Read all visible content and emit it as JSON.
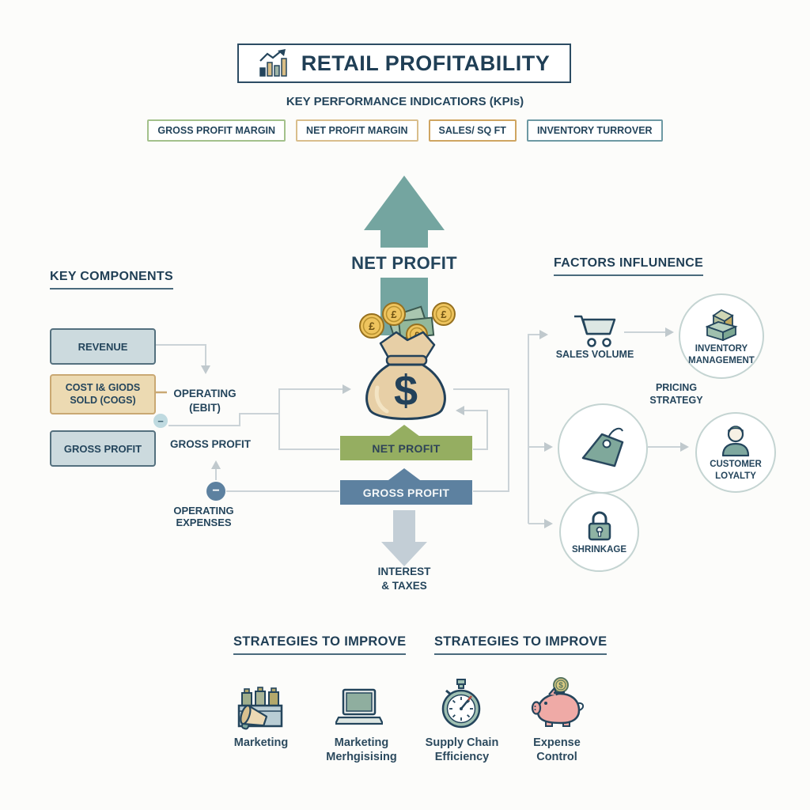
{
  "header": {
    "title": "RETAIL PROFITABILITY"
  },
  "kpis": {
    "heading": "KEY PERFORMANCE INDICATIORS (KPIs)",
    "items": [
      {
        "label": "GROSS PROFIT MARGIN",
        "border_color": "#a3c18b"
      },
      {
        "label": "NET PROFIT MARGIN",
        "border_color": "#d9be8c"
      },
      {
        "label": "SALES/ SQ FT",
        "border_color": "#cfa561"
      },
      {
        "label": "INVENTORY TURROVER",
        "border_color": "#6d99a3"
      }
    ]
  },
  "key_components": {
    "heading": "KEY COMPONENTS",
    "revenue_box": "REVENUE",
    "cogs_box": "COST I& GIODS\nSOLD (COGS)",
    "gross_profit_box": "GROSS PROFIT",
    "operating_label": "OPERATING\n(EBIT)",
    "gross_profit_label": "GROSS PROFIT",
    "operating_expenses_label": "OPERATING EXPENSES",
    "minus_symbol": "−"
  },
  "center_flow": {
    "net_profit_arrow_label": "NET PROFIT",
    "money_bag_symbol": "$",
    "coin_symbol": "£",
    "net_profit_banner": "NET PROFIT",
    "gross_profit_banner": "GROSS PROFIT",
    "interest_taxes_label": "INTEREST\n& TAXES"
  },
  "factors": {
    "heading": "FACTORS INFLUNENCE",
    "sales_volume": "SALES VOLUME",
    "inventory_management": "INVENTORY\nMANAGEMENT",
    "pricing_strategy": "PRICING\nSTRATEGY",
    "customer_loyalty": "CUSTOMER\nLOYALTY",
    "shrinkage": "SHRINKAGE"
  },
  "strategies": {
    "left_heading": "STRATEGIES TO IMPROVE",
    "right_heading": "STRATEGIES TO IMPROVE",
    "pig_coin_symbol": "$",
    "items": [
      {
        "label": "Marketing"
      },
      {
        "label": "Marketing\nMerhgisising"
      },
      {
        "label": "Supply Chain\nEfficiency"
      },
      {
        "label": "Expense\nControl"
      }
    ]
  },
  "colors": {
    "navy_text": "#24455c",
    "teal_up_arrow": "#74a5a0",
    "gray_down_arrow": "#c3ced6",
    "green_banner": "#95ae61",
    "blue_banner": "#5d81a0",
    "light_blue_box_fill": "#ccdade",
    "tan_box_fill": "#ecdab2",
    "connector_gray": "#cbd3d7",
    "coin_gold": "#eec45e",
    "banknote_green": "#a9c6af",
    "money_bag_tan": "#e7cfa6",
    "icon_teal": "#8fb3a4",
    "pig_pink": "#efaaa6"
  }
}
